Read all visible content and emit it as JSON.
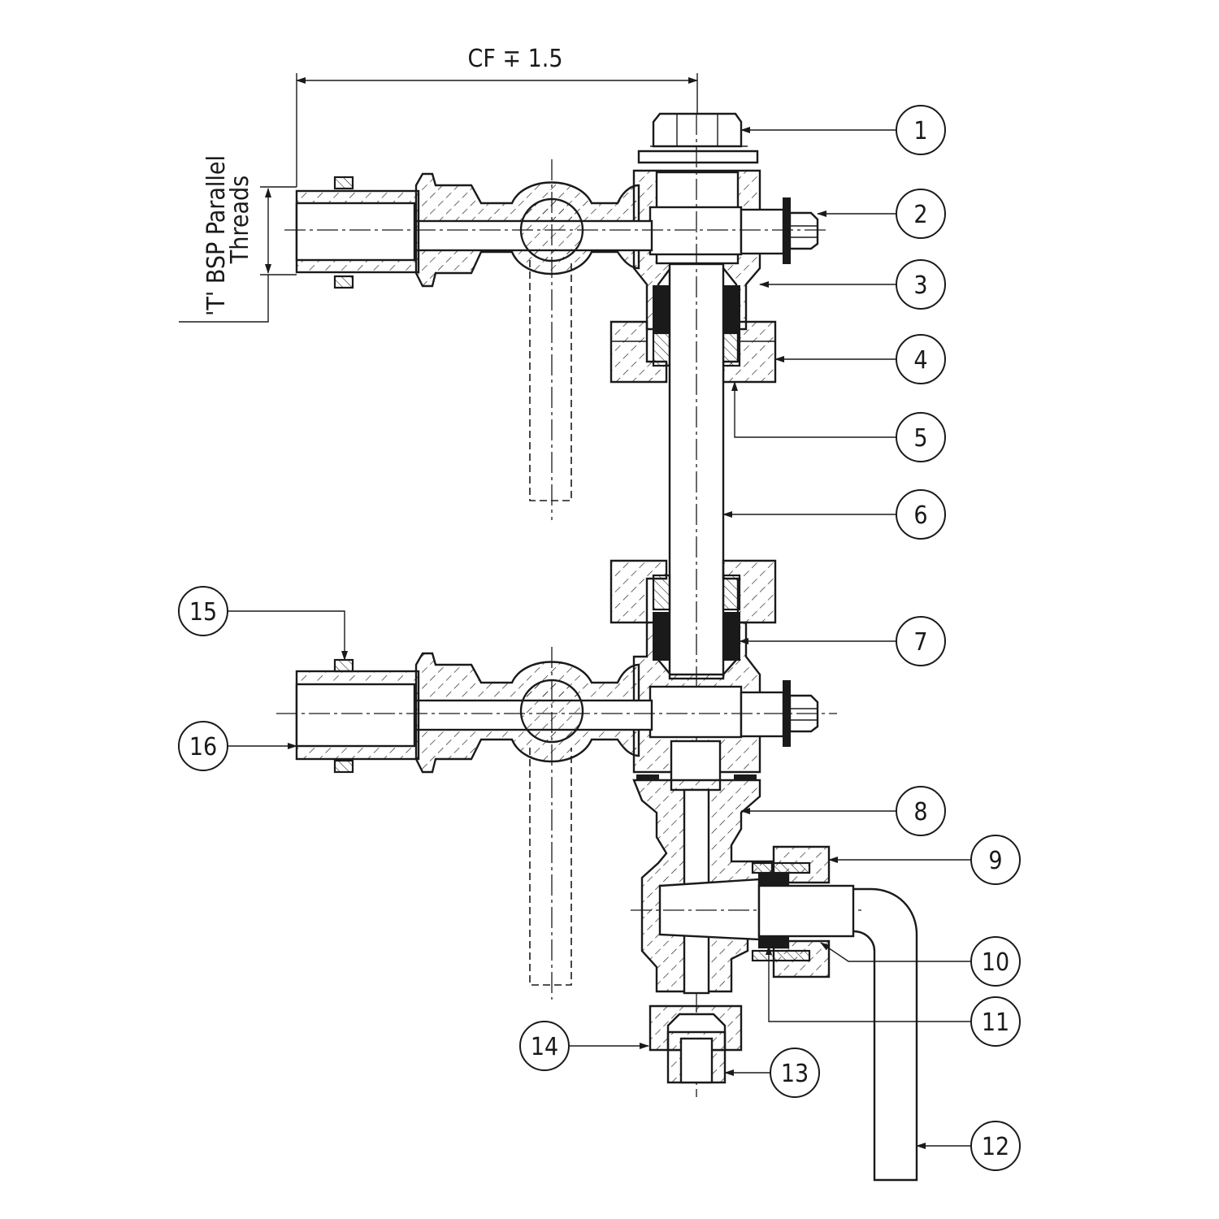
{
  "dimension": {
    "center_distance": "CF ∓ 1.5",
    "thread_note_line1": "'T' BSP Parallel",
    "thread_note_line2": "Threads"
  },
  "balloons": [
    "1",
    "2",
    "3",
    "4",
    "5",
    "6",
    "7",
    "8",
    "9",
    "10",
    "11",
    "12",
    "13",
    "14",
    "15",
    "16"
  ],
  "colors": {
    "line": "#1a1a1a",
    "background": "#ffffff"
  }
}
